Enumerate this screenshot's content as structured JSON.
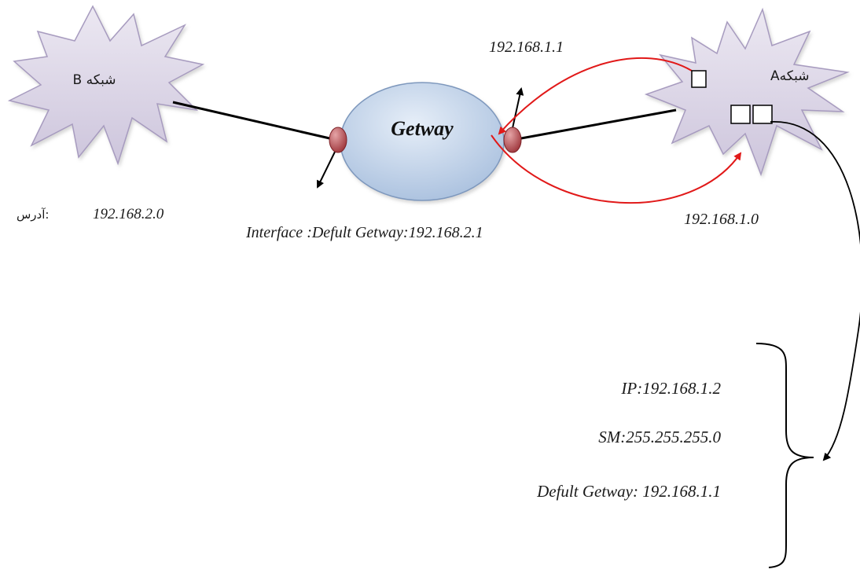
{
  "network_b": {
    "label": "شبکه B"
  },
  "network_a": {
    "label": "شبکهA"
  },
  "gateway": {
    "label": "Getway"
  },
  "network_b_address": {
    "value": "192.168.2.0",
    "suffix": ":آدرس"
  },
  "interface_label": {
    "value": "Interface :Defult Getway:192.168.2.1"
  },
  "gateway_a_ip": {
    "value": "192.168.1.1"
  },
  "network_a_address": {
    "value": "192.168.1.0"
  },
  "host_config": {
    "ip": "IP:192.168.1.2",
    "sm": "SM:255.255.255.0",
    "gateway": "Defult Getway: 192.168.1.1"
  },
  "colors": {
    "cloud_fill": "#d9d3e4",
    "cloud_stroke": "#a79bbf",
    "ellipse_fill": "#b9cde4",
    "ellipse_stroke": "#7e98bd",
    "port_fill": "#b0454a",
    "route_red": "#e11919",
    "line_black": "#000000"
  }
}
